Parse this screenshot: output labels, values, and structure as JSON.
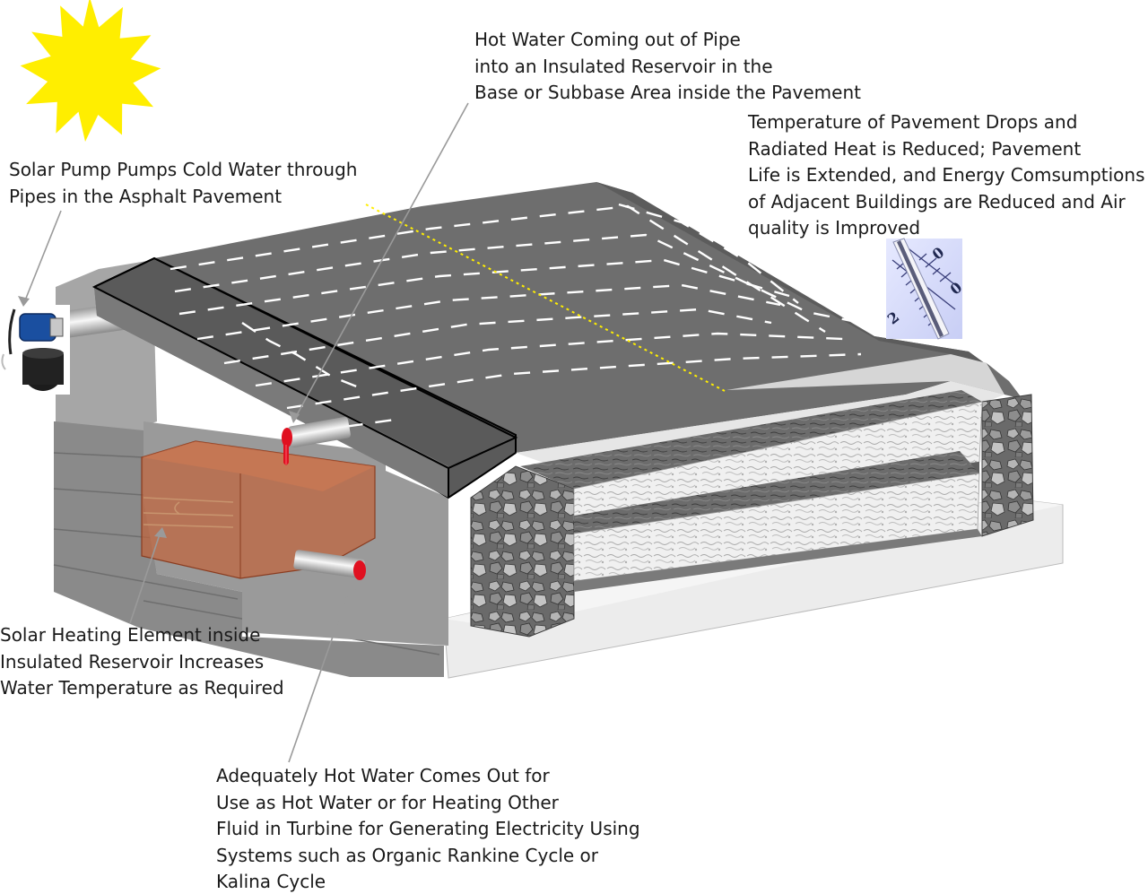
{
  "callouts": {
    "pump": {
      "lines": [
        "Solar Pump Pumps Cold Water through",
        "Pipes in the Asphalt Pavement"
      ]
    },
    "hot_pipe": {
      "lines": [
        "Hot Water Coming out of Pipe",
        "into  an Insulated Reservoir in the",
        "Base or Subbase Area inside the Pavement"
      ]
    },
    "temperature": {
      "lines": [
        "Temperature of Pavement Drops and",
        "Radiated Heat is Reduced; Pavement",
        "Life is Extended, and Energy Comsumptions",
        "of Adjacent Buildings are Reduced and Air",
        "quality is Improved"
      ]
    },
    "heating": {
      "lines": [
        "Solar  Heating Element inside",
        "Insulated Reservoir Increases",
        "Water Temperature as Required"
      ]
    },
    "outlet": {
      "lines": [
        "Adequately Hot Water Comes Out for",
        "Use as Hot Water or for Heating Other",
        "Fluid in Turbine for Generating Electricity Using",
        "Systems such as Organic Rankine Cycle or",
        "Kalina Cycle"
      ]
    }
  },
  "thermometer": {
    "ticks": [
      "0",
      "0",
      "2"
    ]
  },
  "colors": {
    "sun": "#ffee00",
    "asphalt_top": "#6e6e6e",
    "asphalt_side": "#8a8a8a",
    "base_block": "#9a9a9a",
    "base_shadow": "#7a7a7a",
    "slab": "#e8e8e8",
    "reservoir": "#c0643c",
    "hot_water": "#e01020",
    "pump": "#1a4fa0"
  },
  "icons": {
    "sun": "sun-icon",
    "pump": "solar-pump-icon",
    "thermometer": "thermometer-icon"
  }
}
